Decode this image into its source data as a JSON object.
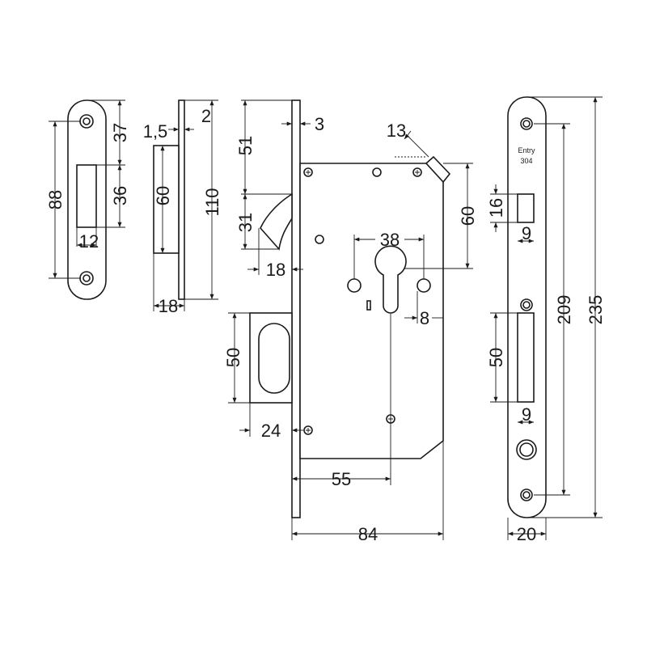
{
  "drawing": {
    "marking": {
      "line1": "Entry",
      "line2": "304"
    },
    "strike_plate": {
      "height": "88",
      "top_to_slot": "37",
      "slot_height": "36",
      "slot_width": "12"
    },
    "strike_side": {
      "thickness": "1,5",
      "plate": "2",
      "box_height": "60",
      "total_height": "110",
      "depth": "18"
    },
    "lock_body": {
      "faceplate_thickness": "3",
      "top_to_hook": "51",
      "hook_height": "31",
      "hook_projection": "18",
      "latch": "13",
      "latch_to_cylinder": "60",
      "cylinder_spacing": "38",
      "hole_offset": "8",
      "backset": "55",
      "body_depth": "84",
      "pull_height": "50",
      "pull_width": "24"
    },
    "faceplate": {
      "slot1_height": "16",
      "slot1_width": "9",
      "slot2_height": "50",
      "slot2_width": "9",
      "hole_spacing": "209",
      "total_height": "235",
      "width": "20"
    }
  }
}
